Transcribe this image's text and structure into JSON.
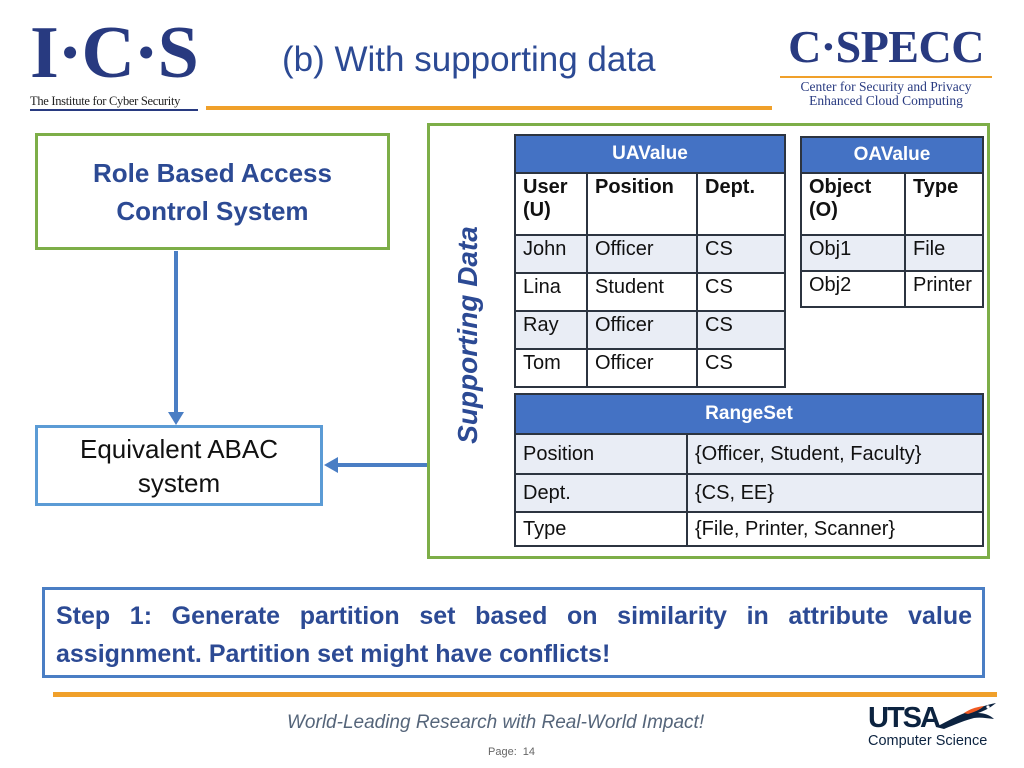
{
  "header": {
    "ics_logo_letters": "I·C·S",
    "ics_logo_sub": "The Institute for Cyber Security",
    "title": "(b) With supporting data",
    "cspecc_logo_letters": "C·SPECC",
    "cspecc_logo_sub_1": "Center for Security and Privacy",
    "cspecc_logo_sub_2": "Enhanced Cloud Computing"
  },
  "diagram": {
    "rbac_box": "Role Based Access\nControl System",
    "abac_box": "Equivalent ABAC\nsystem",
    "supporting_label": "Supporting Data"
  },
  "uavalue": {
    "caption": "UAValue",
    "headers": [
      "User (U)",
      "Position",
      "Dept."
    ],
    "rows": [
      [
        "John",
        "Officer",
        "CS"
      ],
      [
        "Lina",
        "Student",
        "CS"
      ],
      [
        "Ray",
        "Officer",
        "CS"
      ],
      [
        "Tom",
        "Officer",
        "CS"
      ]
    ]
  },
  "oavalue": {
    "caption": "OAValue",
    "headers": [
      "Object (O)",
      "Type"
    ],
    "rows": [
      [
        "Obj1",
        "File"
      ],
      [
        "Obj2",
        "Printer"
      ]
    ]
  },
  "rangeset": {
    "caption": "RangeSet",
    "rows": [
      [
        "Position",
        "{Officer, Student, Faculty}"
      ],
      [
        "Dept.",
        "{CS, EE}"
      ],
      [
        "Type",
        "{File, Printer, Scanner}"
      ]
    ]
  },
  "step": "Step 1: Generate partition set based on similarity in attribute value assignment. Partition set might have conflicts!",
  "footer": {
    "tagline": "World-Leading Research with Real-World Impact!",
    "page_label": "Page:",
    "page_number": "14",
    "utsa_name": "UTSA",
    "utsa_dept": "Computer Science"
  },
  "colors": {
    "navy": "#283a80",
    "title_blue": "#2c4a94",
    "orange_rule": "#f0a02a",
    "green_border": "#7dae48",
    "blue_border": "#5b9bd5",
    "table_header": "#4472c4",
    "row_band": "#e9edf5",
    "arrow": "#4a7ec4"
  }
}
